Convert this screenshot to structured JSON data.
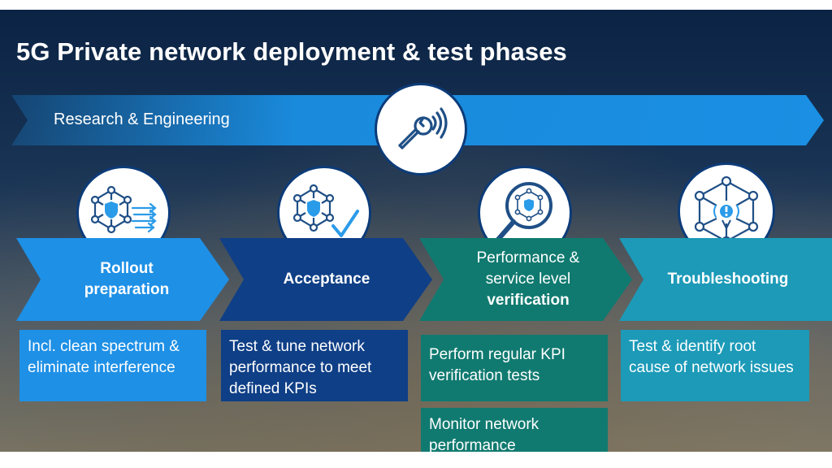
{
  "title": "5G Private network deployment & test phases",
  "banner": {
    "label": "Research & Engineering"
  },
  "phases": [
    {
      "name_lines": [
        "Rollout",
        "preparation"
      ],
      "details": [
        "Incl. clean spectrum & eliminate interference"
      ]
    },
    {
      "name_lines": [
        "Acceptance"
      ],
      "details": [
        "Test & tune network performance to meet defined KPIs"
      ]
    },
    {
      "name_lines": [
        "Performance &",
        "service level",
        "verification"
      ],
      "details": [
        "Perform regular KPI verification tests",
        "Monitor network performance"
      ]
    },
    {
      "name_lines": [
        "Troubleshooting"
      ],
      "details": [
        "Test & identify root cause of network issues"
      ]
    }
  ],
  "colors": {
    "banner": "#1a8fe3",
    "rollout": "#1e90e6",
    "acceptance": "#0f3f86",
    "performance": "#107a70",
    "troubleshooting": "#1c9ab8",
    "icon_line": "#1f4f86",
    "icon_accent": "#2a9be8"
  },
  "icons": [
    "wrench-signal-icon",
    "network-shield-arrows-icon",
    "network-shield-check-icon",
    "magnifier-shield-icon",
    "network-alert-icon"
  ]
}
